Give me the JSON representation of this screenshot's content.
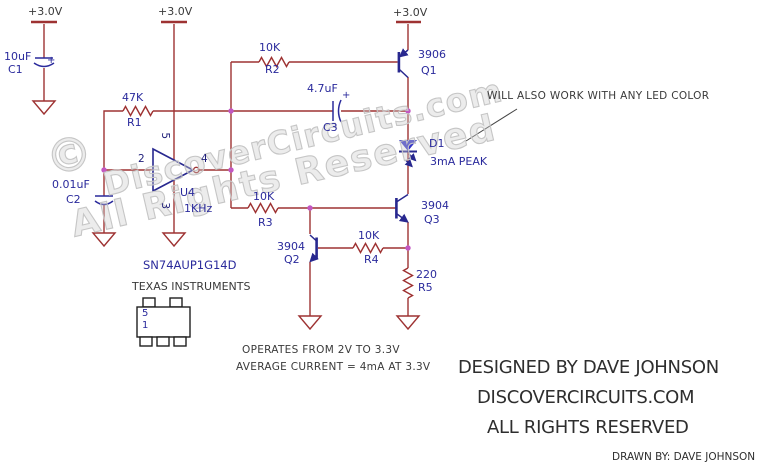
{
  "power": {
    "label": "+3.0V"
  },
  "components": {
    "c1": {
      "value": "10uF",
      "ref": "C1",
      "polarity": "+"
    },
    "c2": {
      "value": "0.01uF",
      "ref": "C2"
    },
    "c3": {
      "value": "4.7uF",
      "ref": "C3",
      "polarity": "+"
    },
    "r1": {
      "value": "47K",
      "ref": "R1"
    },
    "r2": {
      "value": "10K",
      "ref": "R2"
    },
    "r3": {
      "value": "10K",
      "ref": "R3"
    },
    "r4": {
      "value": "10K",
      "ref": "R4"
    },
    "r5": {
      "value": "220",
      "ref": "R5"
    },
    "q1": {
      "part": "3906",
      "ref": "Q1"
    },
    "q2": {
      "part": "3904",
      "ref": "Q2"
    },
    "q3": {
      "part": "3904",
      "ref": "Q3"
    },
    "d1": {
      "ref": "D1",
      "note": "3mA PEAK"
    },
    "u4": {
      "ref": "U4",
      "frequency": "1KHz",
      "pin_in": "2",
      "pin_out": "4",
      "pin_vcc": "5",
      "pin_gnd": "3",
      "part_number": "SN74AUP1G14D",
      "manufacturer": "TEXAS INSTRUMENTS",
      "pkg_pin_top": "5",
      "pkg_pin_bottom": "1"
    }
  },
  "annotations": {
    "led_note": "WILL ALSO WORK WITH ANY LED COLOR",
    "operating_range": "OPERATES FROM 2V TO 3.3V",
    "average_current": "AVERAGE CURRENT = 4mA AT 3.3V"
  },
  "credits": {
    "designed_by": "DESIGNED BY DAVE JOHNSON",
    "site": "DISCOVERCIRCUITS.COM",
    "rights": "ALL RIGHTS RESERVED",
    "drawn_by": "DRAWN BY: DAVE JOHNSON"
  },
  "watermark": {
    "symbol": "©",
    "line1": "DiscoverCircuits.com",
    "line2": "All Rights Reserved"
  },
  "colors": {
    "wire": "#9e3232",
    "component": "#2a2a9c",
    "junction_dot": "#c257c2",
    "led_fill": "#3434c8",
    "annotation_text": "#3a3a3a",
    "watermark": "#c8c8c8",
    "background": "#ffffff"
  }
}
